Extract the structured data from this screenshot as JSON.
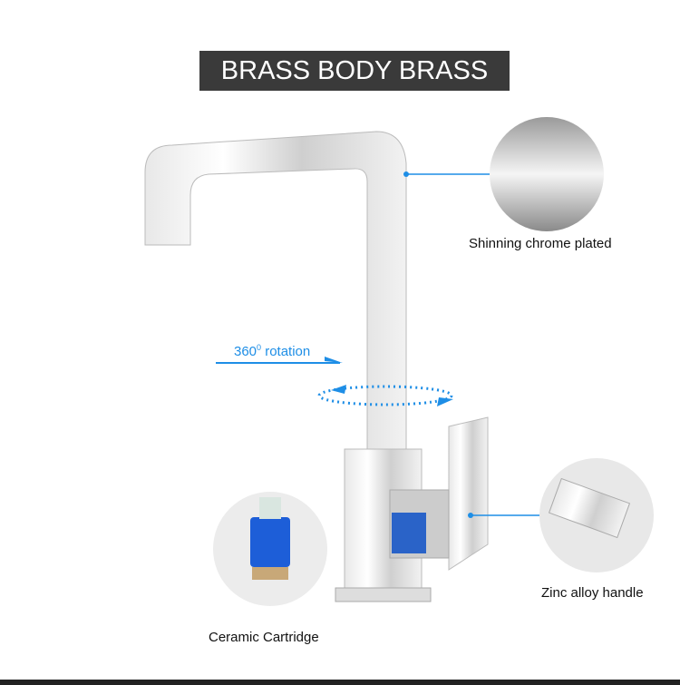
{
  "title": "BRASS BODY BRASS TUBE",
  "features": {
    "chrome": "Shinning chrome plated",
    "rotation_value": "360",
    "rotation_sup": "0",
    "rotation_text": " rotation",
    "cartridge": "Ceramic Cartridge",
    "handle": "Zinc alloy handle"
  },
  "colors": {
    "accent": "#1e8ee6",
    "title_bg": "#3a3a3a"
  }
}
